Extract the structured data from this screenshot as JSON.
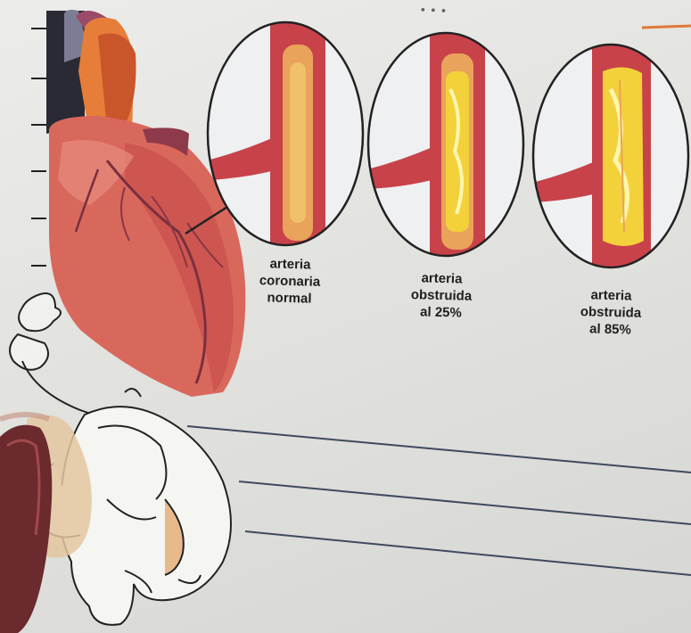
{
  "captions": [
    {
      "line1": "arteria",
      "line2": "coronaria",
      "line3": "normal"
    },
    {
      "line1": "arteria",
      "line2": "obstruida",
      "line3": "al 25%"
    },
    {
      "line1": "arteria",
      "line2": "obstruida",
      "line3": "al 85%"
    }
  ],
  "handwriting": "...",
  "colors": {
    "paper": "#e6e6e3",
    "heart": "#d9685c",
    "artery": "#c8424a",
    "plaque": "#f3d13a",
    "lines": "#3f4a5e"
  }
}
